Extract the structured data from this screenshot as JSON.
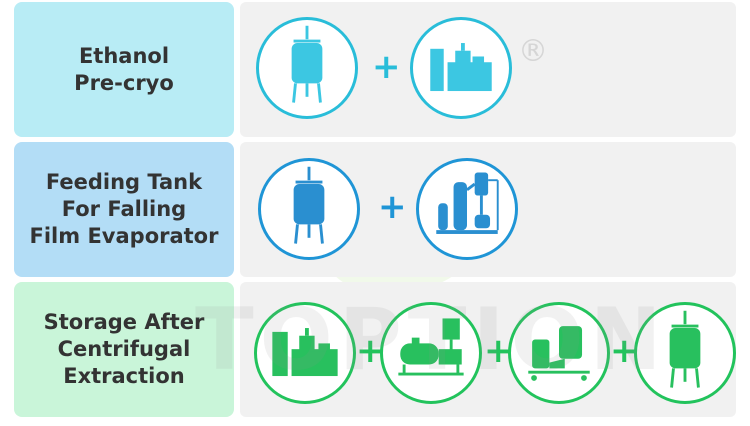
{
  "rows": [
    {
      "label": "Ethanol\nPre-cryo",
      "plus": "+",
      "icons": [
        "reactor-tank-icon",
        "chiller-unit-icon"
      ]
    },
    {
      "label": "Feeding Tank\nFor Falling\nFilm Evaporator",
      "plus": "+",
      "icons": [
        "reactor-tank-icon",
        "falling-film-evaporator-icon"
      ]
    },
    {
      "label": "Storage After\nCentrifugal\nExtraction",
      "plus": "+",
      "icons": [
        "chiller-unit-icon",
        "vacuum-pump-icon",
        "centrifuge-icon",
        "reactor-tank-icon"
      ]
    }
  ],
  "registered_mark": "®",
  "watermark_text": "TOPTION",
  "colors": {
    "row1_accent": "#29bdd9",
    "row2_accent": "#1f95d6",
    "row3_accent": "#22c35c",
    "row1_label_bg": "#b8ecf5",
    "row2_label_bg": "#b3ddf6",
    "row3_label_bg": "#c9f5d9",
    "panel_bg": "#f1f1f1"
  }
}
